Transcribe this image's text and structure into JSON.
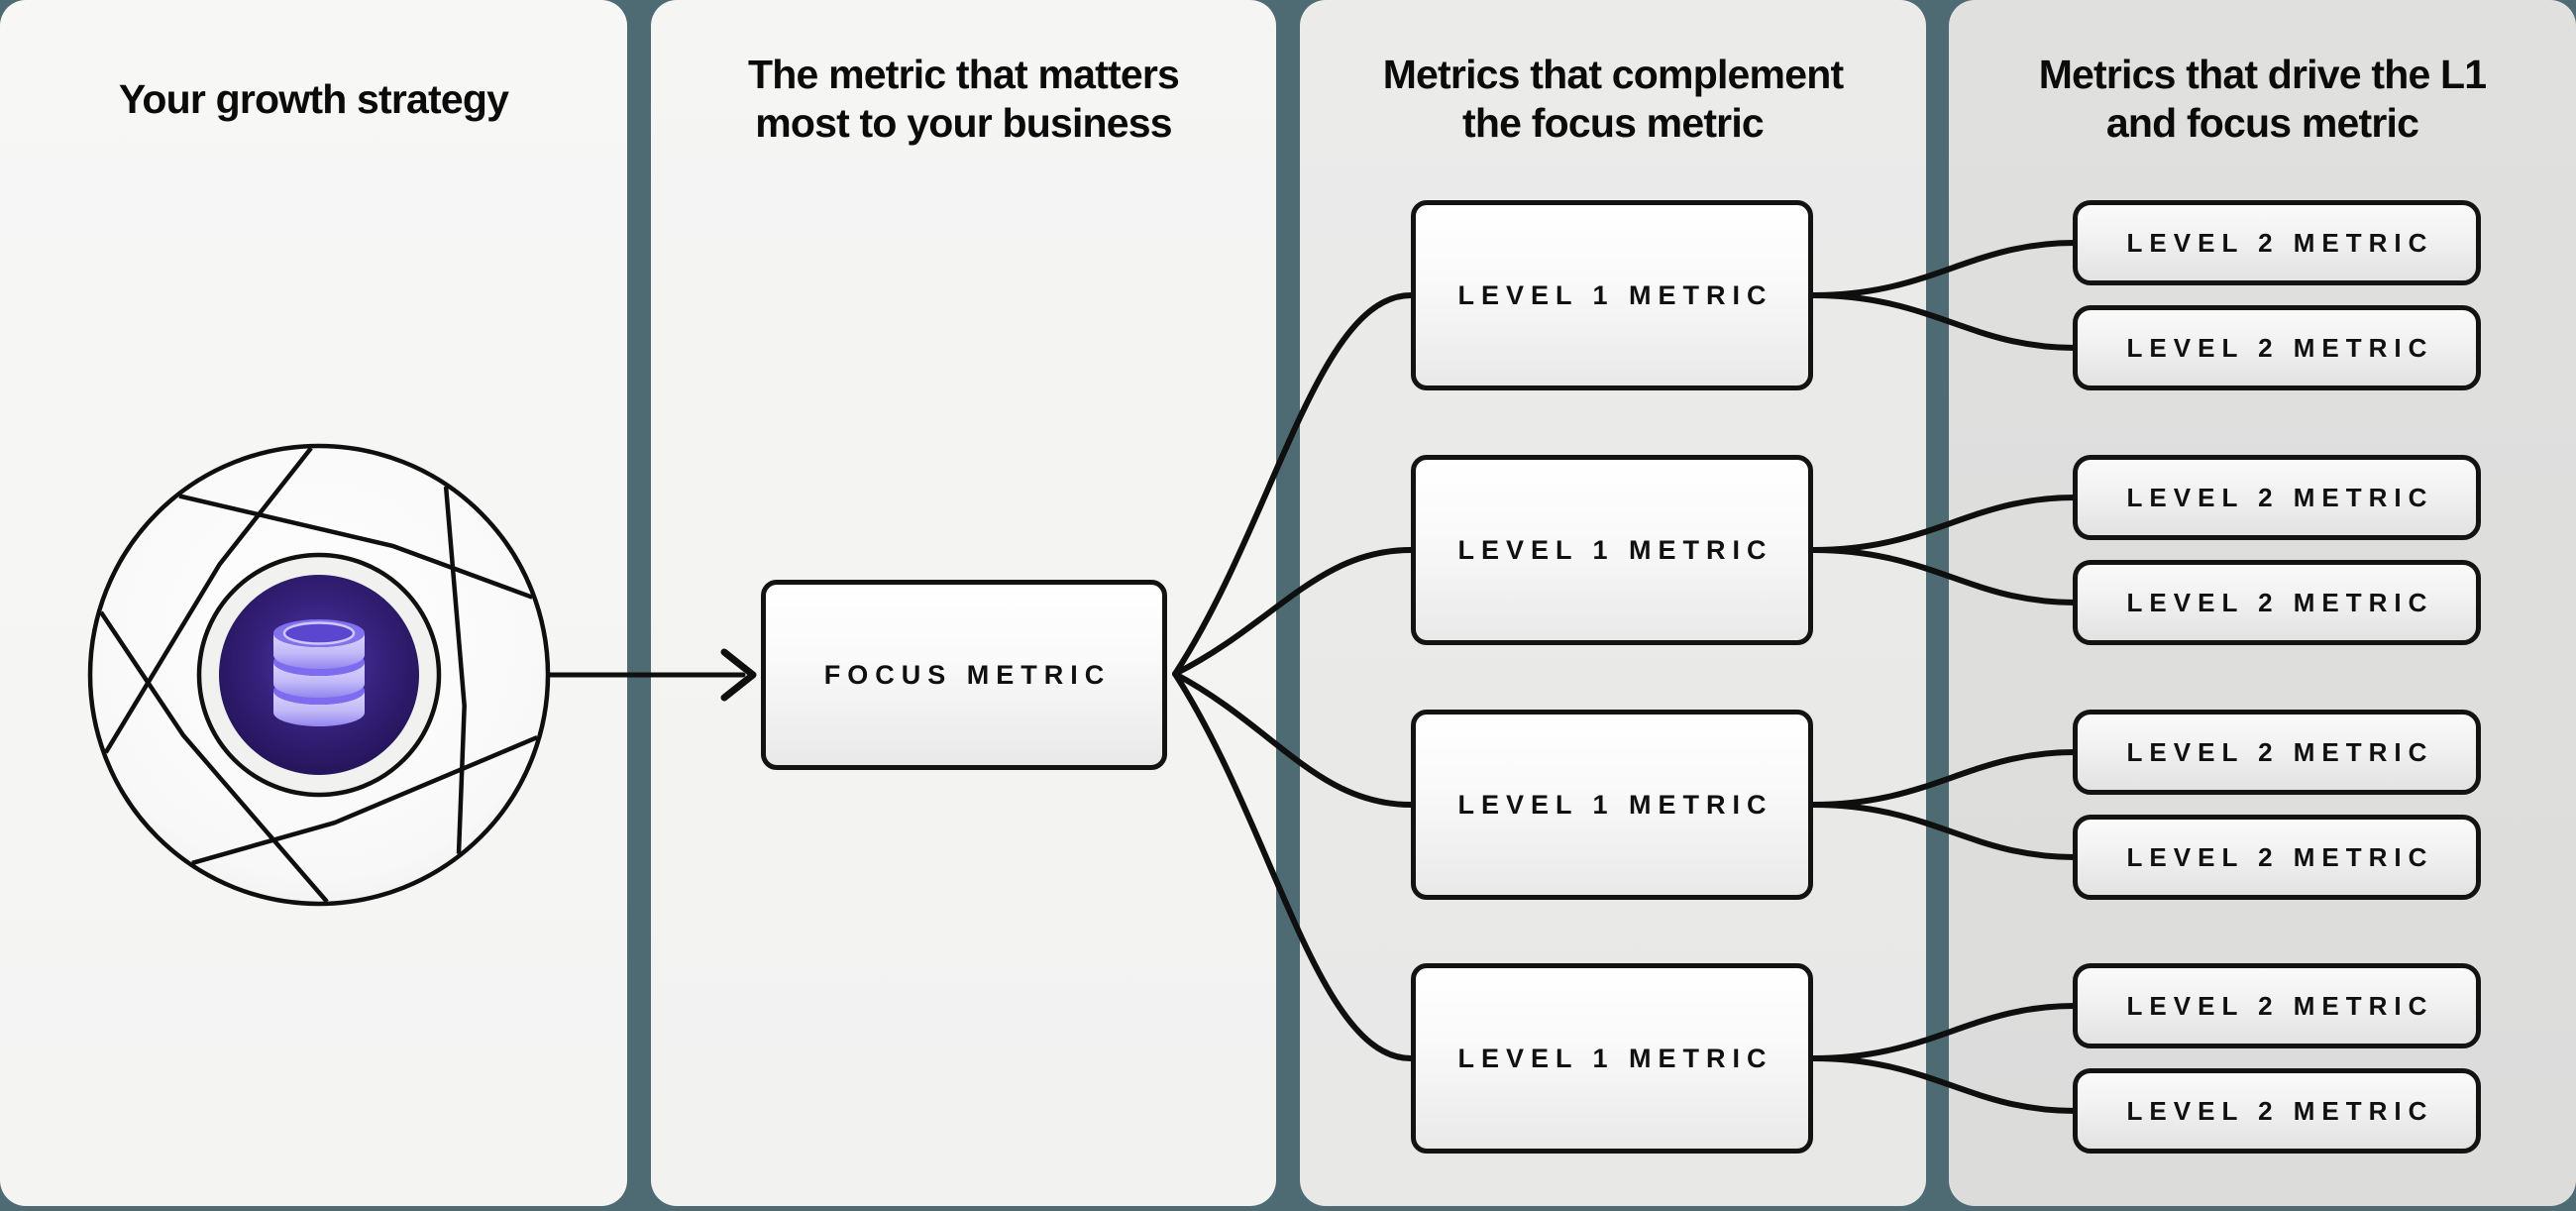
{
  "colors": {
    "background": "#4e6b74",
    "panel1": "#f6f6f5",
    "panel2": "#f4f4f3",
    "panel3": "#eaeae9",
    "panel4": "#dededd",
    "connector": "#0f0f0f",
    "hub_indigo": "#2c1b6b",
    "database_purple": "#8a7af0"
  },
  "panels": [
    {
      "title_line1": "Your growth strategy",
      "title_line2": ""
    },
    {
      "title_line1": "The metric that matters",
      "title_line2": "most to your business"
    },
    {
      "title_line1": "Metrics that complement",
      "title_line2": "the focus metric"
    },
    {
      "title_line1": "Metrics that drive the L1",
      "title_line2": "and focus metric"
    }
  ],
  "labels": {
    "focus": "FOCUS METRIC",
    "level1": "LEVEL 1 METRIC",
    "level2": "LEVEL 2 METRIC"
  },
  "icon": {
    "name": "flywheel-database-icon"
  }
}
